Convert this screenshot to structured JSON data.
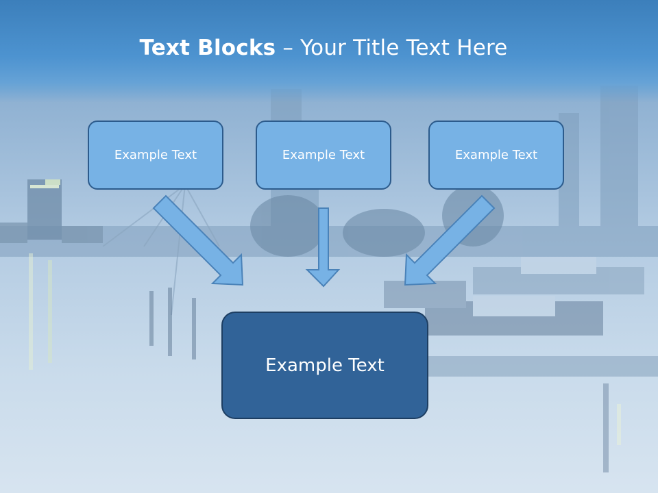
{
  "slide": {
    "title_bold": "Text Blocks",
    "title_rest": " – Your Title Text Here"
  },
  "boxes": [
    {
      "label": "Example Text"
    },
    {
      "label": "Example Text"
    },
    {
      "label": "Example Text"
    }
  ],
  "main_box": {
    "label": "Example Text"
  },
  "colors": {
    "title_band": "#4d93d0",
    "small_box_fill": "#77b2e5",
    "small_box_border": "#2c5b8c",
    "main_box_fill": "#316398",
    "main_box_border": "#1d3e62",
    "arrow_fill": "#77b2e5",
    "arrow_stroke": "#4a82b8"
  },
  "background": {
    "image": "harbor-night-skyline"
  }
}
